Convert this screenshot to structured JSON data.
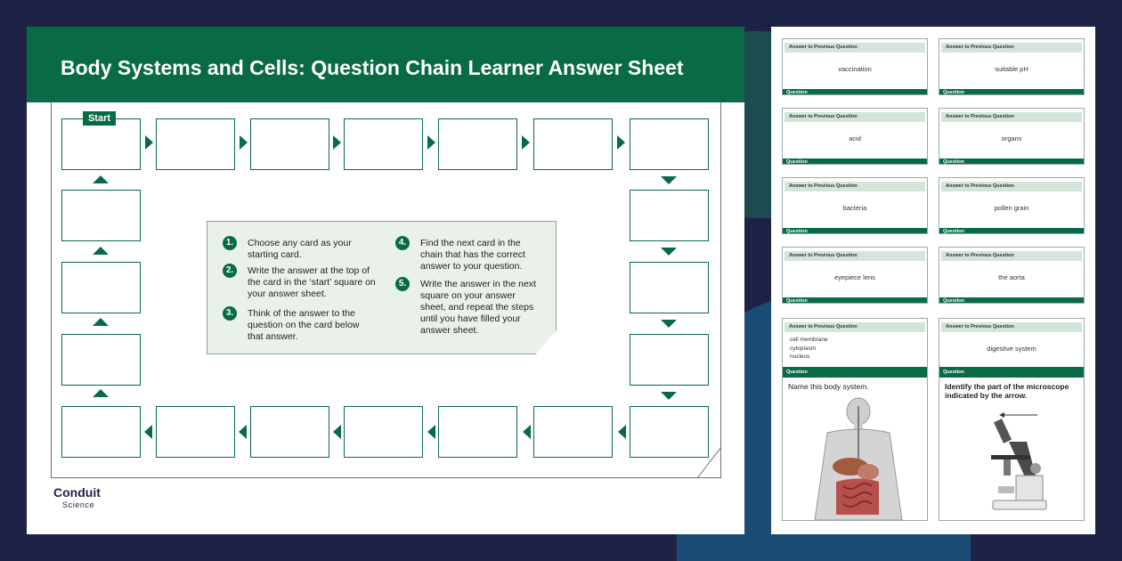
{
  "sheet": {
    "title": "Body Systems and Cells: Question Chain Learner Answer Sheet",
    "start_label": "Start",
    "steps": [
      {
        "num": "1.",
        "text": "Choose any card as your starting card."
      },
      {
        "num": "2.",
        "text": "Write the answer at the top of the card in the ‘start’ square on your answer sheet."
      },
      {
        "num": "3.",
        "text": "Think of the answer to the question on the card below that answer."
      },
      {
        "num": "4.",
        "text": "Find the next card in the chain that has the correct answer to your question."
      },
      {
        "num": "5.",
        "text": "Write the answer in the next square on your answer sheet, and repeat the steps until you have filled your answer sheet."
      }
    ]
  },
  "logo": {
    "name": "Conduit",
    "sub": "Science"
  },
  "cards": {
    "head_label": "Answer to Previous Question",
    "question_label": "Question",
    "items": [
      {
        "answer": "vaccination"
      },
      {
        "answer": "suitable pH"
      },
      {
        "answer": "acid"
      },
      {
        "answer": "organs"
      },
      {
        "answer": "bacteria"
      },
      {
        "answer": "pollen grain"
      },
      {
        "answer": "eyepiece lens"
      },
      {
        "answer": "the aorta"
      }
    ],
    "big": [
      {
        "list": [
          "cell membrane",
          "cytoplasm",
          "nucleus"
        ],
        "question": "Name this body system."
      },
      {
        "answer": "digestive system",
        "question": "Identify the part of the microscope indicated by the arrow."
      }
    ]
  },
  "colors": {
    "brand_green": "#086b45",
    "background": "#1f2247",
    "panel_green": "#e9f1ea"
  }
}
